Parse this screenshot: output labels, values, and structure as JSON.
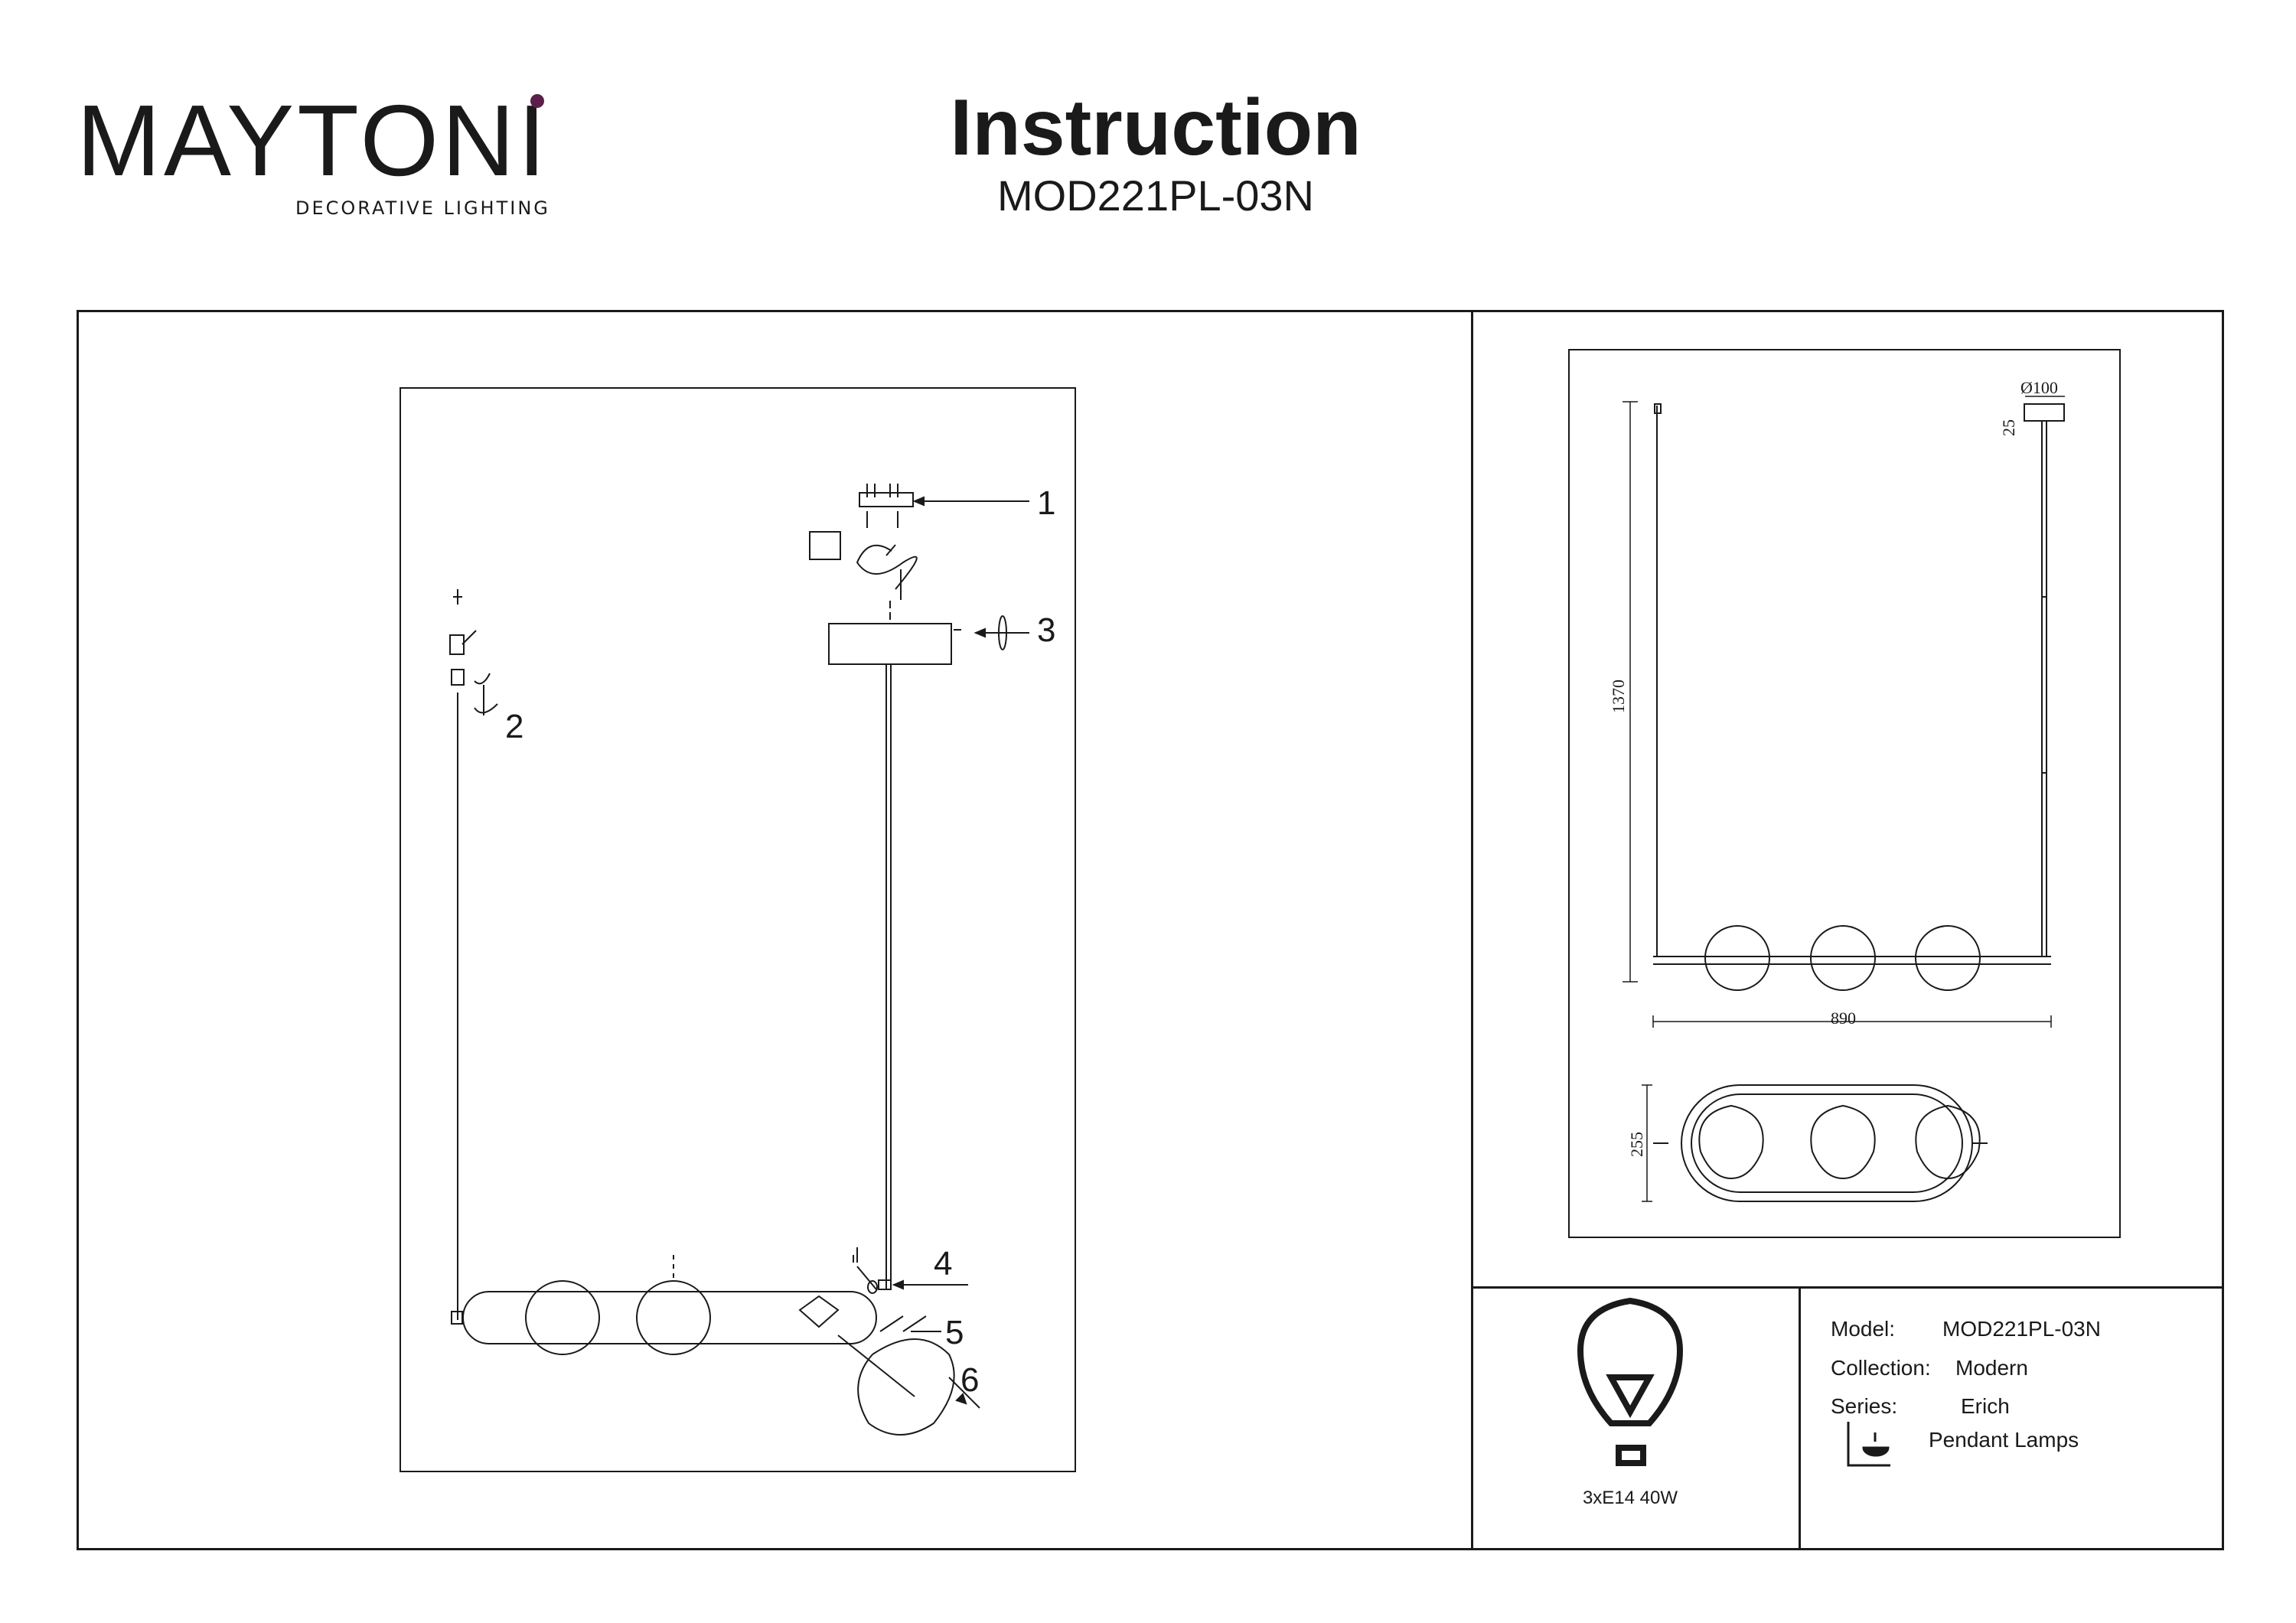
{
  "brand": {
    "name": "MAYTONI",
    "tagline": "DECORATIVE LIGHTING",
    "accent_color": "#5b1f4a"
  },
  "header": {
    "title": "Instruction",
    "model": "MOD221PL-03N"
  },
  "assembly": {
    "callouts": [
      "1",
      "2",
      "3",
      "4",
      "5",
      "6"
    ]
  },
  "dimensions": {
    "diameter": "Ø100",
    "canopy_height": "25",
    "total_height": "1370",
    "width": "890",
    "depth": "255"
  },
  "specs": {
    "bulb": "3xE14 40W",
    "model_label": "Model:",
    "model_value": "MOD221PL-03N",
    "collection_label": "Collection:",
    "collection_value": "Modern",
    "series_label": "Series:",
    "series_value": "Erich",
    "type_value": "Pendant Lamps"
  }
}
